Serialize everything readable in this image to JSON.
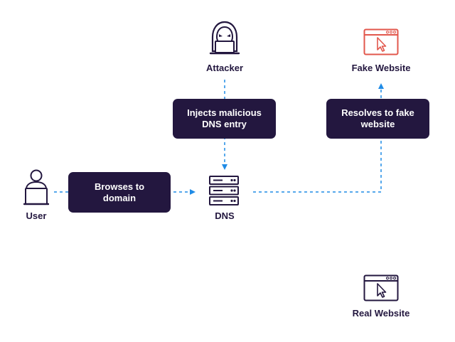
{
  "colors": {
    "navy": "#23173f",
    "arrow_blue": "#1f8be6",
    "fake_red": "#e2574c",
    "white": "#ffffff"
  },
  "nodes": {
    "attacker": {
      "label": "Attacker",
      "icon": "hooded-hacker-icon"
    },
    "fake_website": {
      "label": "Fake Website",
      "icon": "browser-window-cursor-icon"
    },
    "user": {
      "label": "User",
      "icon": "user-laptop-icon"
    },
    "dns": {
      "label": "DNS",
      "icon": "server-rack-icon"
    },
    "real_website": {
      "label": "Real Website",
      "icon": "browser-window-cursor-icon"
    }
  },
  "steps": {
    "inject": {
      "line1": "Injects malicious",
      "line2": "DNS entry"
    },
    "resolve": {
      "line1": "Resolves to fake",
      "line2": "website"
    },
    "browse": {
      "line1": "Browses to",
      "line2": "domain"
    }
  }
}
